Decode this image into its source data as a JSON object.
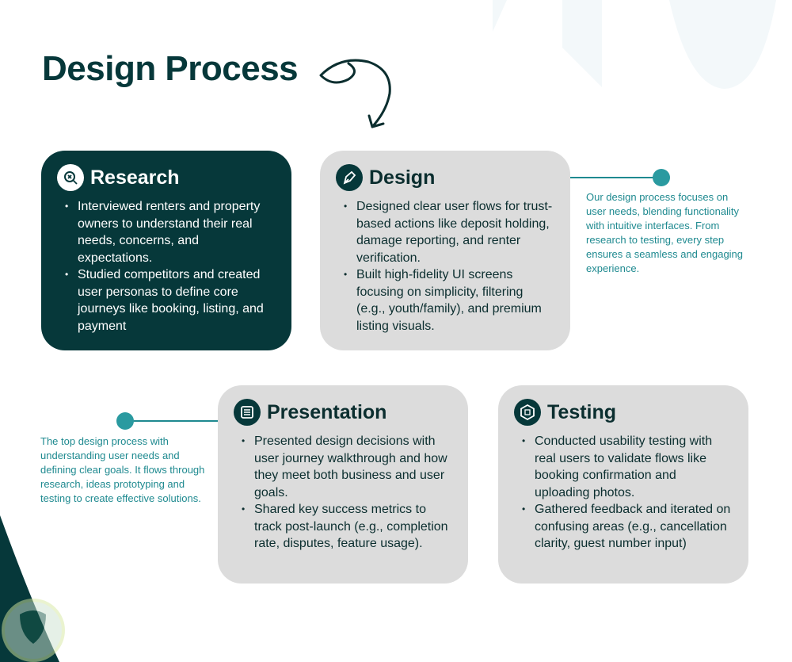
{
  "title": "Design Process",
  "cards": [
    {
      "title": "Research",
      "icon": "search-icon",
      "bullets": [
        "Interviewed renters and property owners to understand their real needs, concerns, and expectations.",
        "Studied competitors and created user personas to define core journeys like booking, listing, and payment"
      ]
    },
    {
      "title": "Design",
      "icon": "pen-icon",
      "bullets": [
        "Designed clear user flows for trust-based actions like deposit holding, damage reporting, and renter verification.",
        "Built high-fidelity UI screens focusing on simplicity, filtering (e.g., youth/family), and premium listing visuals."
      ]
    },
    {
      "title": "Presentation",
      "icon": "list-icon",
      "bullets": [
        "Presented design decisions with user journey walkthrough and how they meet both business and user goals.",
        "Shared key success metrics to track post-launch (e.g., completion rate, disputes, feature usage)."
      ]
    },
    {
      "title": "Testing",
      "icon": "cube-icon",
      "bullets": [
        "Conducted usability testing with real users to validate flows like booking confirmation and uploading photos.",
        "Gathered feedback and iterated on confusing areas (e.g., cancellation clarity, guest number input)"
      ]
    }
  ],
  "notes": {
    "right": "Our design process focuses on user needs, blending functionality with intuitive interfaces. From research to testing, every step ensures a seamless and engaging experience.",
    "left": "The top design process with understanding user needs and defining clear goals. It flows through research, ideas prototyping and testing to create effective solutions."
  },
  "colors": {
    "dark": "#06383a",
    "card": "#dcdcdc",
    "accent": "#2a9aa0"
  }
}
